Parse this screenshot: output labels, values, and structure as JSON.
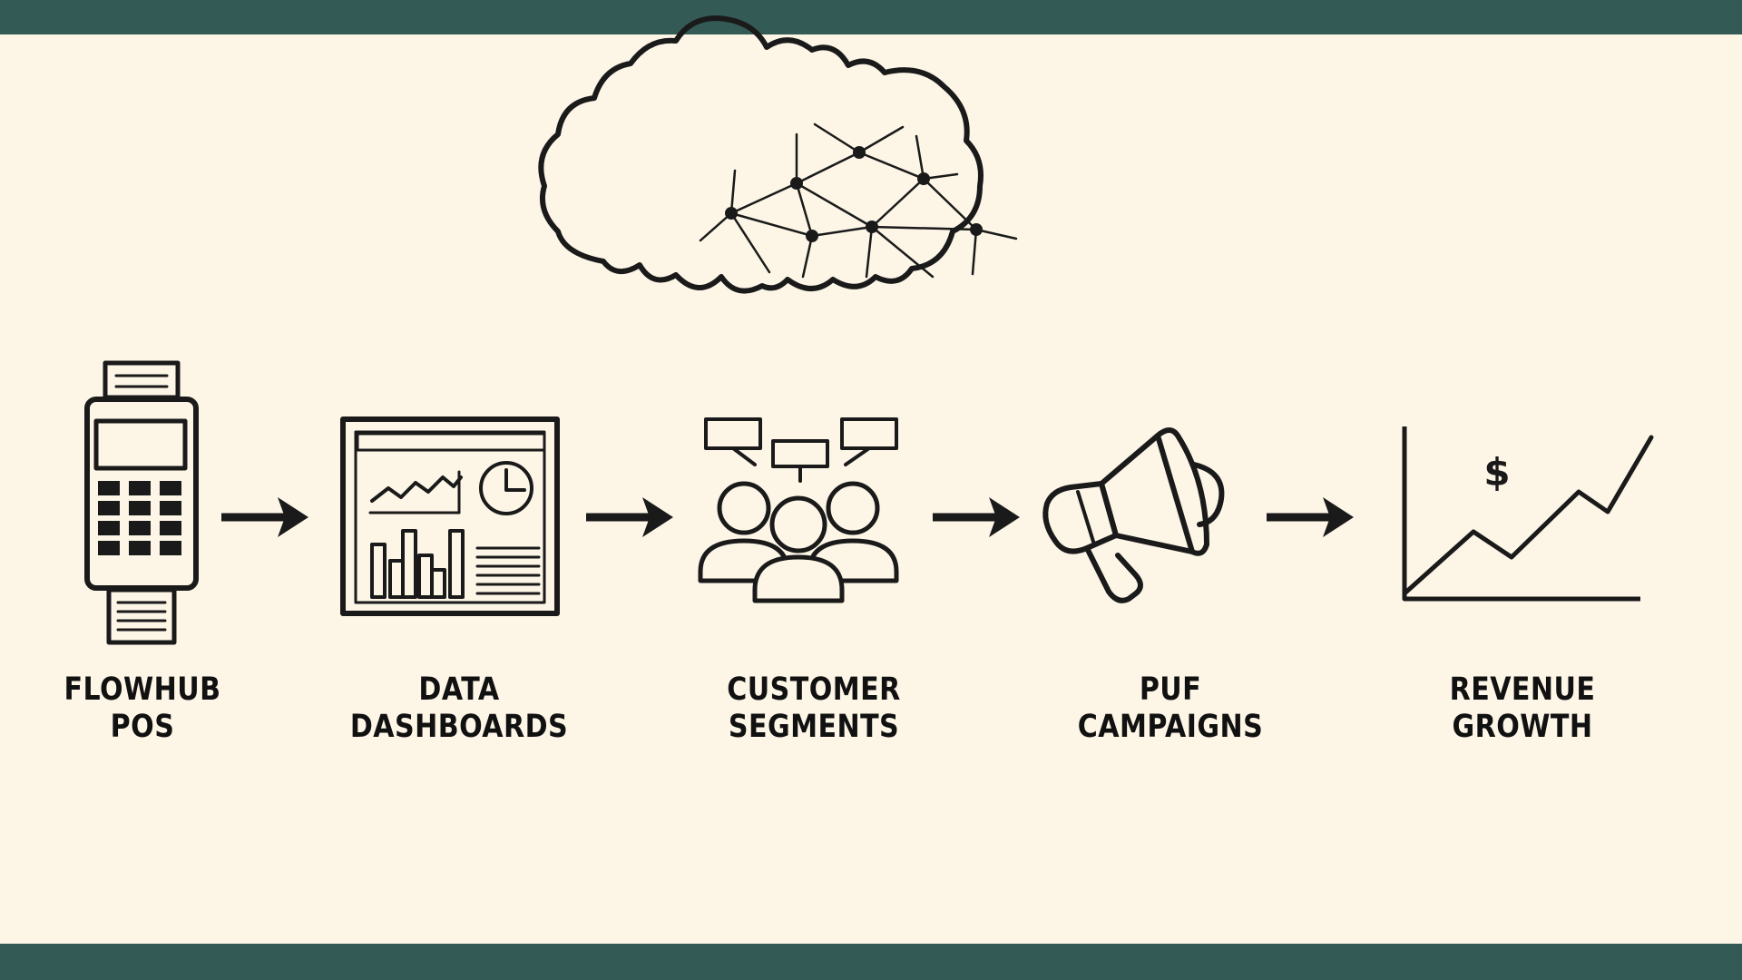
{
  "steps": [
    {
      "line1": "FLOWHUB",
      "line2": "POS",
      "icon": "pos-terminal-icon"
    },
    {
      "line1": "DATA",
      "line2": "DASHBOARDS",
      "icon": "dashboard-icon"
    },
    {
      "line1": "CUSTOMER",
      "line2": "SEGMENTS",
      "icon": "customer-group-icon"
    },
    {
      "line1": "PUF",
      "line2": "CAMPAIGNS",
      "icon": "megaphone-icon"
    },
    {
      "line1": "REVENUE",
      "line2": "GROWTH",
      "icon": "growth-chart-icon"
    }
  ],
  "growth_chart_symbol": "$",
  "cloud_icon": "cloud-network-icon",
  "arrow_icon": "arrow-right-icon",
  "colors": {
    "background": "#fdf6e7",
    "band": "#345a56",
    "ink": "#1a1a1a"
  }
}
